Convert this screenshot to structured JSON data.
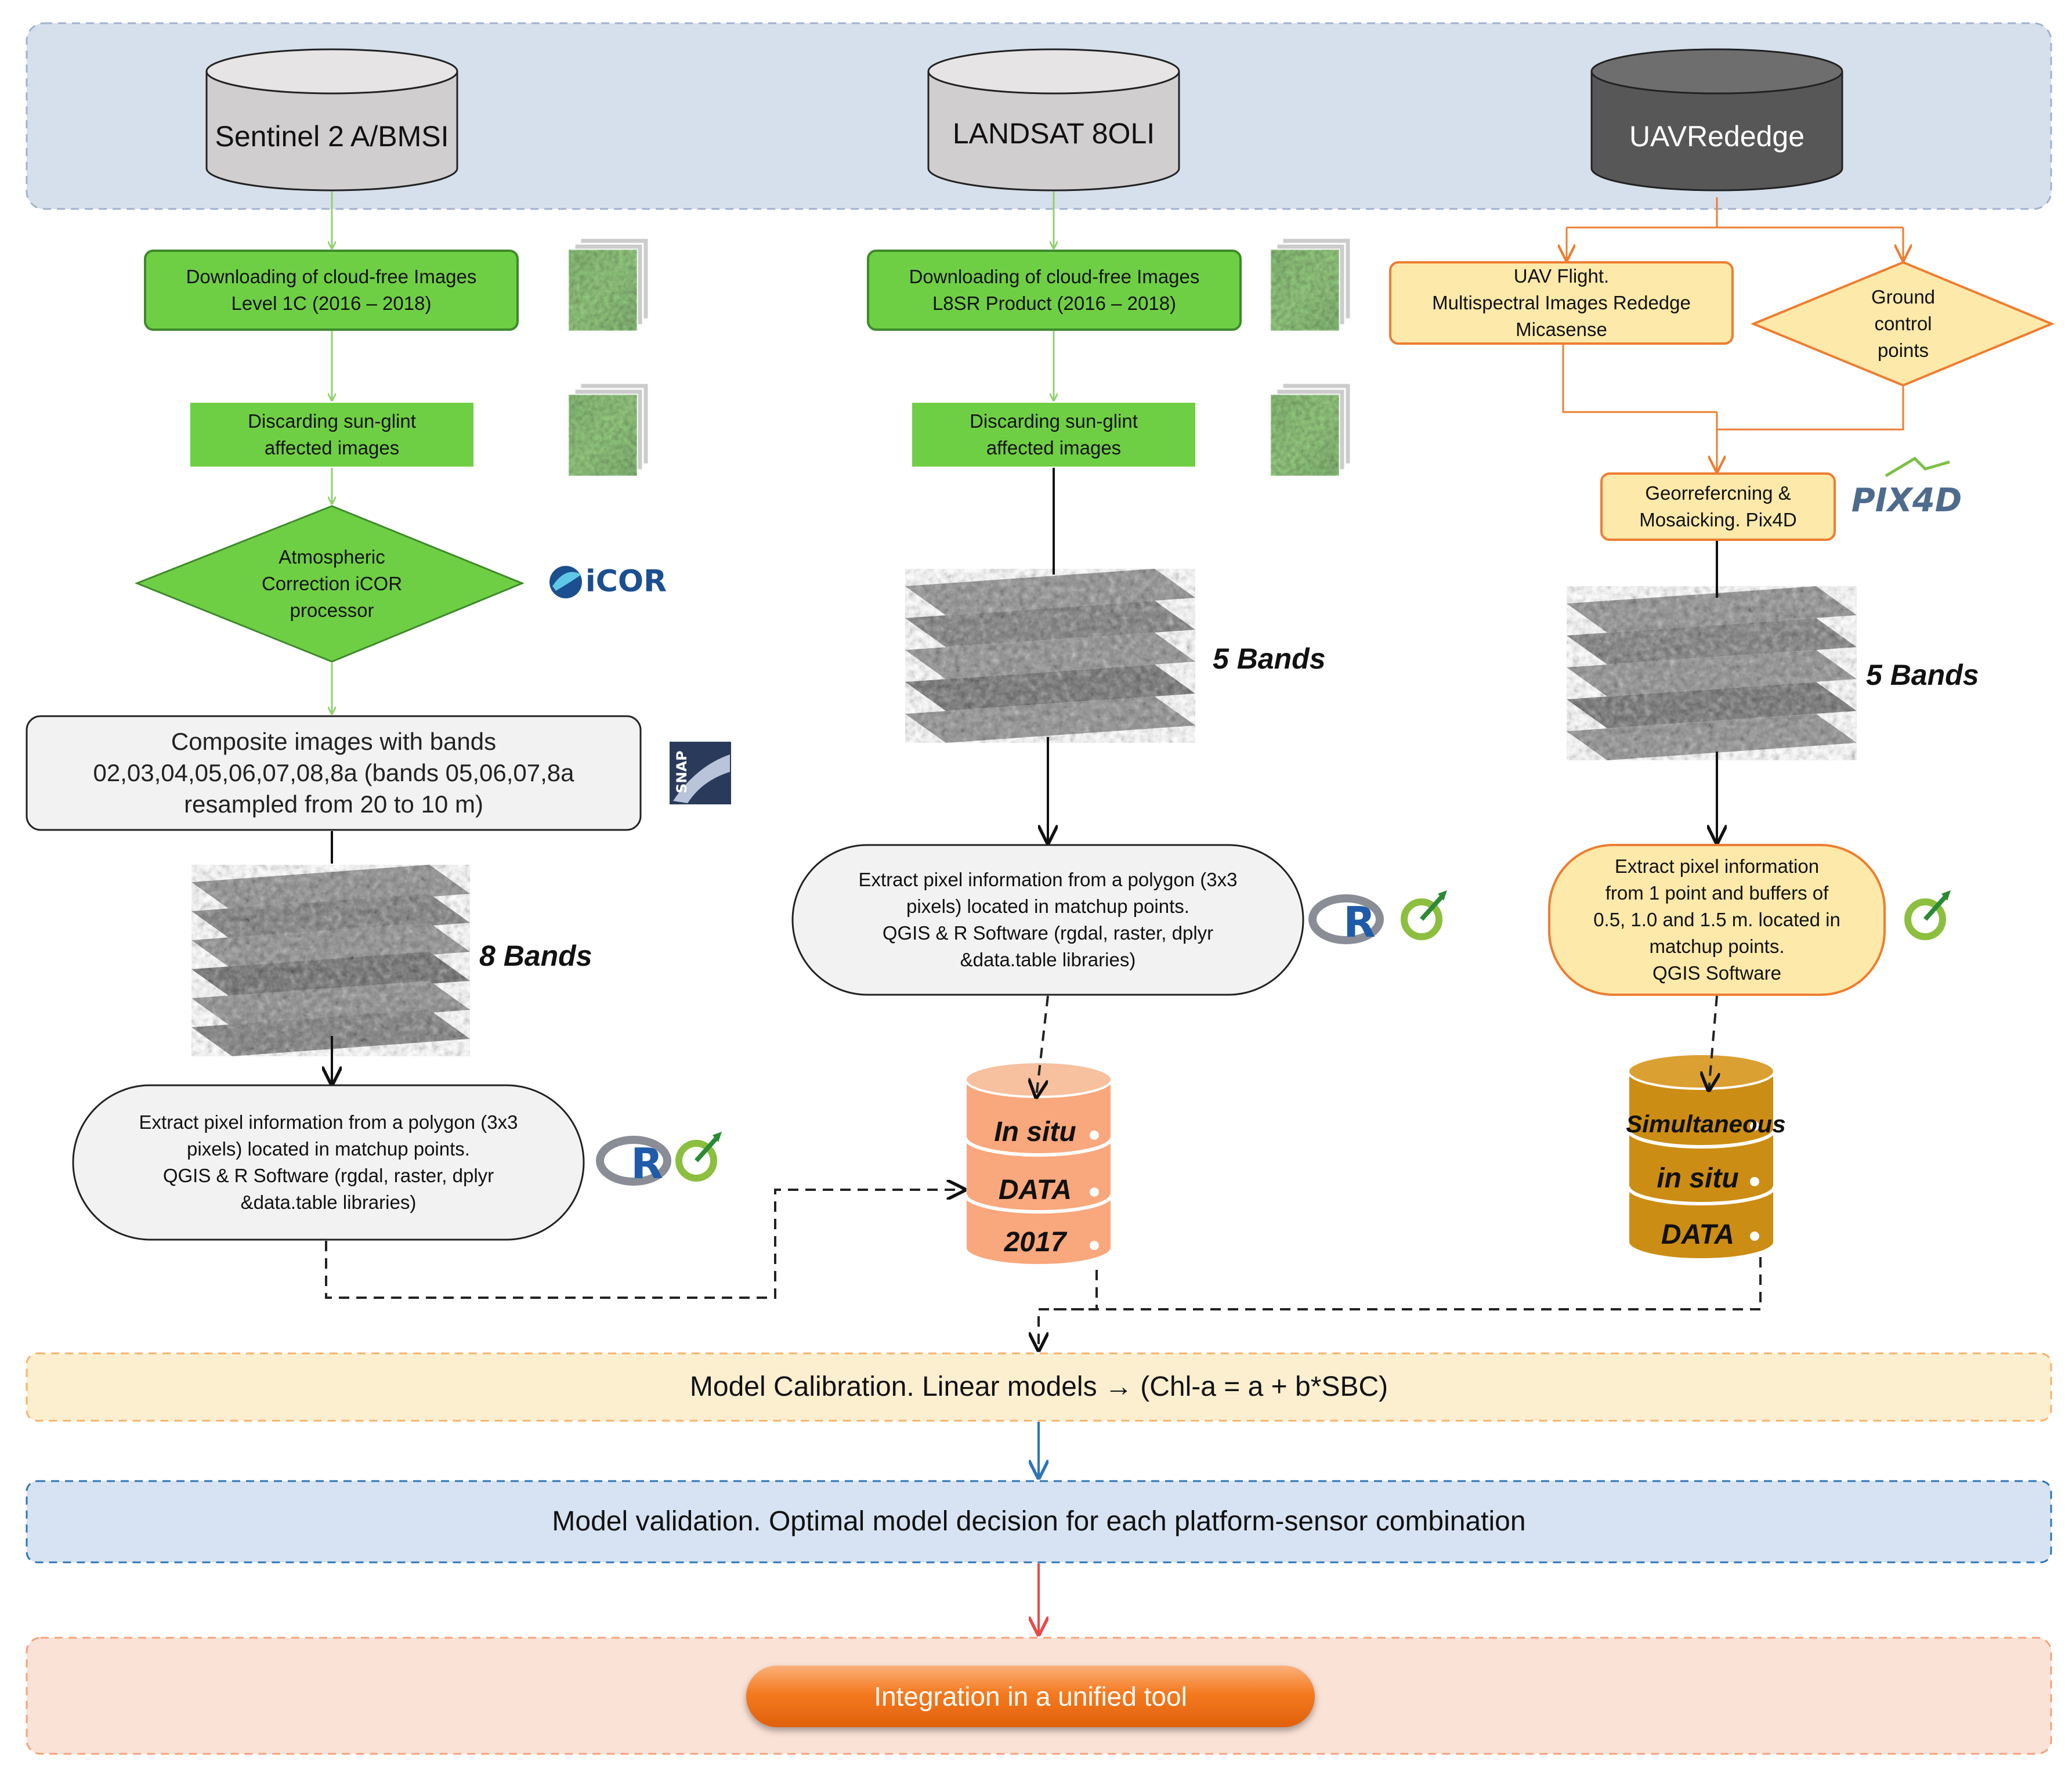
{
  "sources": [
    {
      "line1": "Sentinel 2 A/B",
      "line2": "MSI"
    },
    {
      "line1": "LANDSAT 8",
      "line2": "OLI"
    },
    {
      "line1": "UAV",
      "line2": "Rededge"
    }
  ],
  "sentinel": {
    "download": "Downloading of cloud-free Images\nLevel 1C (2016 – 2018)",
    "discard": "Discarding sun-glint\naffected images",
    "atmos": "Atmospheric\nCorrection iCOR\nprocessor",
    "composite": "Composite images with bands\n02,03,04,05,06,07,08,8a (bands 05,06,07,8a\nresampled from 20 to 10 m)",
    "bands": "8 Bands",
    "extract": "Extract pixel information from a polygon (3x3\npixels) located in matchup points.\nQGIS & R Software (rgdal, raster, dplyr\n&data.table libraries)"
  },
  "landsat": {
    "download": "Downloading of cloud-free Images\nL8SR Product (2016 – 2018)",
    "discard": "Discarding sun-glint\naffected images",
    "bands": "5 Bands",
    "extract": "Extract pixel information from a polygon (3x3\npixels) located in matchup points.\nQGIS & R Software (rgdal, raster, dplyr\n&data.table libraries)"
  },
  "uav": {
    "flight": "UAV Flight.\nMultispectral Images Rededge\nMicasense",
    "gcp": "Ground\ncontrol\npoints",
    "georef": "Georrefercning &\nMosaicking. Pix4D",
    "bands": "5 Bands",
    "extract": "Extract pixel information\nfrom 1 point and buffers of\n0.5, 1.0 and 1.5 m. located in\nmatchup points.\nQGIS Software"
  },
  "insitu_db": {
    "l1": "In situ",
    "l2": "DATA",
    "l3": "2017"
  },
  "simul_db": {
    "l1": "Simultaneous",
    "l2": "in situ",
    "l3": "DATA"
  },
  "calibration": "Model Calibration. Linear models → (Chl-a = a + b*SBC)",
  "validation": "Model validation. Optimal model decision for each platform-sensor combination",
  "integration": "Integration in a unified tool",
  "logos": {
    "icor": "iCOR",
    "snap": "SNAP",
    "r": "R",
    "pix4d": "PIX4D"
  },
  "colors": {
    "top_band": "#d6e0ec",
    "green": "#6fcf44",
    "green_border": "#3d8a2a",
    "yellow_fill": "#fde9a9",
    "orange_line": "#ed7d31",
    "salmon_db": "#f9a77c",
    "gold_db": "#cc8d14",
    "cal_band": "#fcefd0",
    "val_band": "#d7e3f2",
    "int_band": "#fbe2d6",
    "pill": "#f47a20"
  }
}
